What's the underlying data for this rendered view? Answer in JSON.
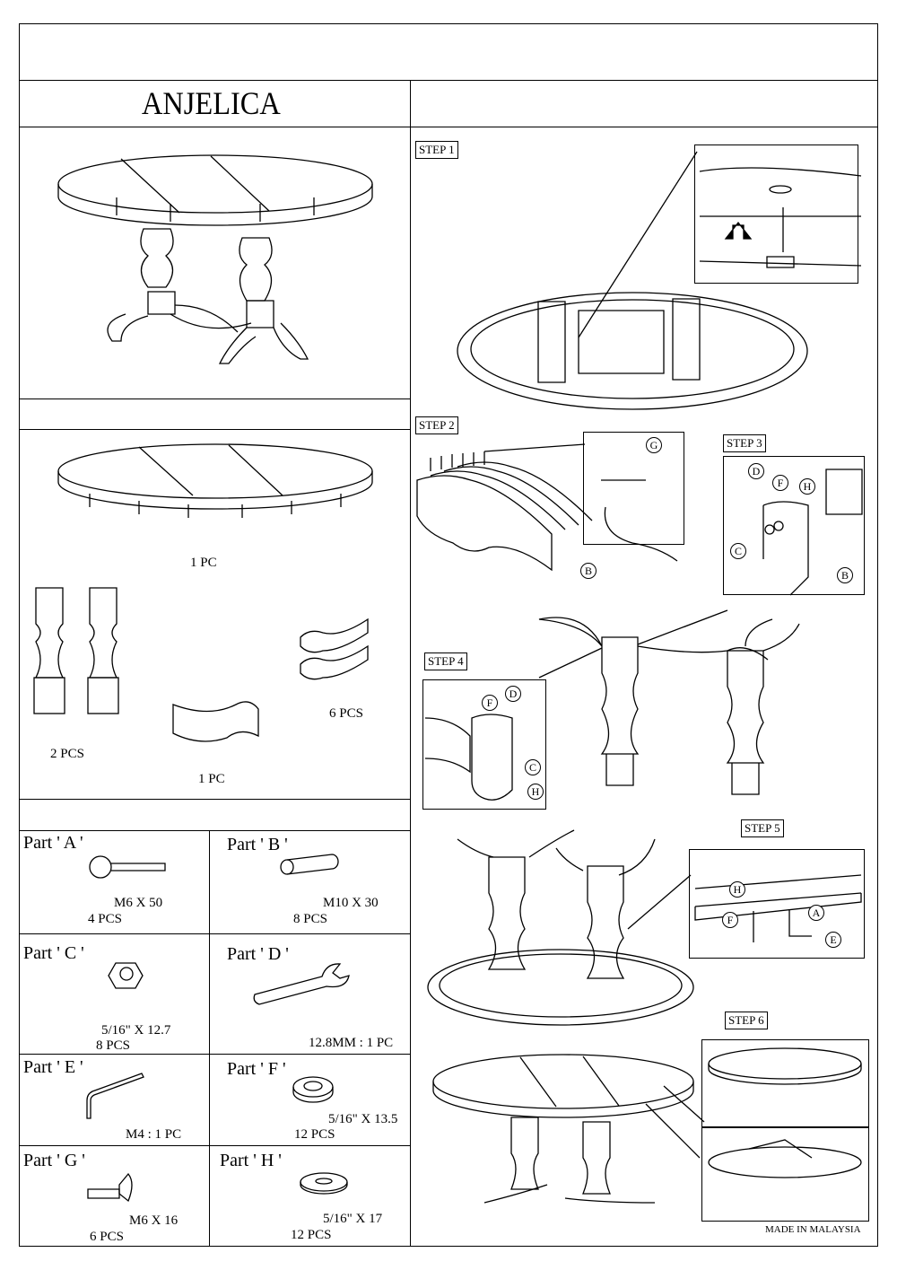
{
  "product": {
    "name": "ANJELICA"
  },
  "contents": {
    "tabletop_qty": "1 PC",
    "pedestal_qty": "2 PCS",
    "stretcher_qty": "1 PC",
    "legs_qty": "6 PCS"
  },
  "parts": [
    {
      "label": "Part ' A '",
      "size": "M6 X 50",
      "qty": "4 PCS"
    },
    {
      "label": "Part ' B '",
      "size": "M10 X 30",
      "qty": "8 PCS"
    },
    {
      "label": "Part ' C '",
      "size": "5/16\" X 12.7",
      "qty": "8 PCS"
    },
    {
      "label": "Part ' D '",
      "size": "12.8MM : 1 PC",
      "qty": ""
    },
    {
      "label": "Part ' E '",
      "size": "M4 : 1 PC",
      "qty": ""
    },
    {
      "label": "Part ' F '",
      "size": "5/16\" X 13.5",
      "qty": "12 PCS"
    },
    {
      "label": "Part ' G '",
      "size": "M6 X 16",
      "qty": "6 PCS"
    },
    {
      "label": "Part ' H '",
      "size": "5/16\" X 17",
      "qty": "12 PCS"
    }
  ],
  "steps": [
    "STEP 1",
    "STEP 2",
    "STEP 3",
    "STEP 4",
    "STEP 5",
    "STEP 6"
  ],
  "callouts": {
    "step2": [
      "G",
      "B"
    ],
    "step3": [
      "D",
      "F",
      "H",
      "C",
      "B"
    ],
    "step4": [
      "F",
      "D",
      "C",
      "H"
    ],
    "step5": [
      "H",
      "F",
      "A",
      "E"
    ]
  },
  "footer": {
    "origin": "MADE IN MALAYSIA"
  }
}
